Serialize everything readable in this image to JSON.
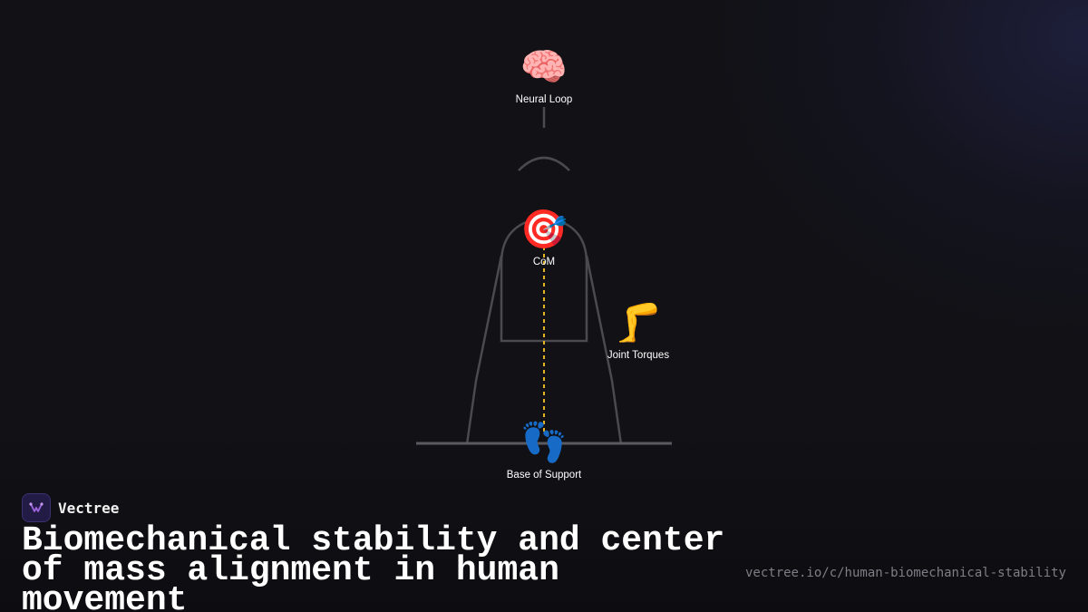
{
  "brand": {
    "name": "Vectree",
    "logo_icon": "vectree-logo-icon",
    "accent": "#a066e0"
  },
  "diagram": {
    "nodes": {
      "neural_loop": {
        "emoji": "🧠",
        "icon": "brain-icon",
        "label": "Neural Loop"
      },
      "com": {
        "emoji": "🎯",
        "icon": "target-icon",
        "label": "CoM"
      },
      "joint_torques": {
        "emoji": "🦵",
        "icon": "leg-icon",
        "label": "Joint Torques"
      },
      "base_of_support": {
        "emoji": "👣",
        "icon": "footprints-icon",
        "label": "Base of Support"
      }
    },
    "colors": {
      "outline": "#4a4a4f",
      "com_line": "#e6b422",
      "ground": "#5a5a60"
    }
  },
  "title": "Biomechanical stability and center of mass alignment in human movement",
  "url": "vectree.io/c/human-biomechanical-stability"
}
